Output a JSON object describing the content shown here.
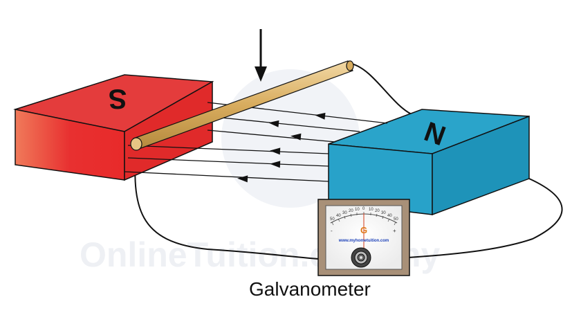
{
  "watermark_text": "OnlineTuition.com.my",
  "magnets": {
    "south": {
      "label": "S",
      "top_color": "#e63c3c",
      "front_color": "#e82c2c",
      "side_color": "#d61e1e"
    },
    "north": {
      "label": "N",
      "top_color": "#2ba3c9",
      "front_color": "#27a1c8",
      "side_color": "#1d8fb5"
    }
  },
  "galvanometer": {
    "symbol": "G",
    "url": "www.myhometuition.com",
    "scale": [
      "50",
      "40",
      "30",
      "20",
      "10",
      "0",
      "10",
      "20",
      "30",
      "40",
      "50"
    ],
    "minus_sign": "-",
    "plus_sign": "+",
    "caption": "Galvanometer"
  },
  "rod_color": "#d9b36b",
  "icons": [
    "down-arrow-icon",
    "field-line-arrow-icon"
  ]
}
